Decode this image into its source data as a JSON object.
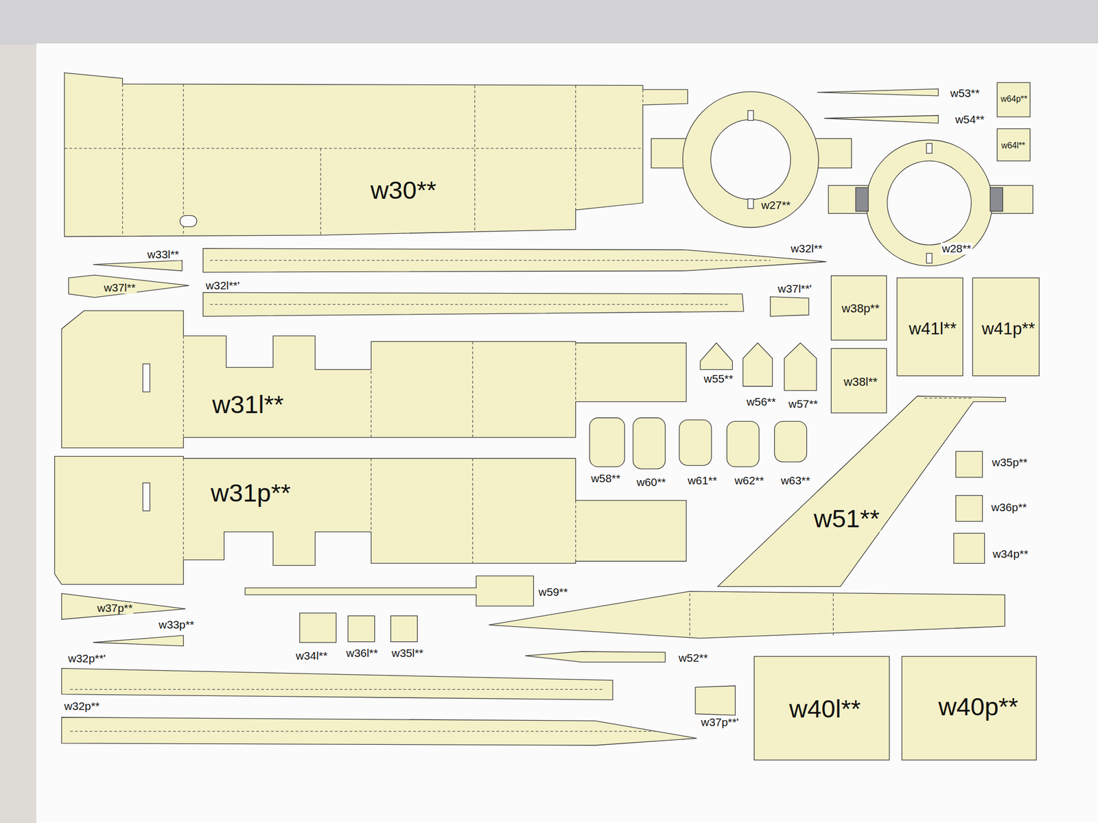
{
  "diagram": {
    "labels": [
      "w53**",
      "w64p**",
      "w54**",
      "w64l**",
      "w30**",
      "w27**",
      "w28**",
      "w33l**",
      "w32l**",
      "w37l**",
      "w32l**'",
      "w37l**'",
      "w38p**",
      "w41l**",
      "w41p**",
      "w31l**",
      "w55**",
      "w56**",
      "w57**",
      "w38l**",
      "w58**",
      "w60**",
      "w61**",
      "w62**",
      "w63**",
      "w35p**",
      "w31p**",
      "w51**",
      "w36p**",
      "w34p**",
      "w59**",
      "w37p**",
      "w33p**",
      "w34l**",
      "w36l**",
      "w35l**",
      "w32p**'",
      "w52**",
      "w32p**",
      "w40l**",
      "w40p**",
      "w37p**'"
    ]
  }
}
